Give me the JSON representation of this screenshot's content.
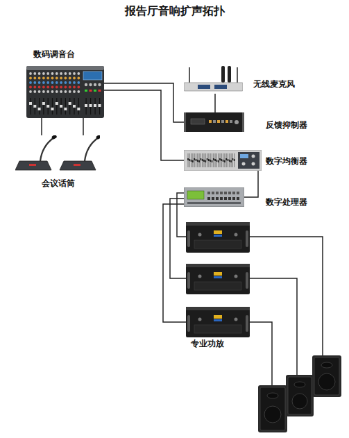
{
  "diagram": {
    "title": "报告厅音响扩声拓扑",
    "nodes": [
      {
        "text": [
          "数码调音台"
        ]
      },
      {
        "text": [
          "会议话筒"
        ]
      },
      {
        "text": [
          "无线麦克风"
        ]
      },
      {
        "text": [
          "反馈抑制器"
        ]
      },
      {
        "text": [
          "数字均衡器"
        ]
      },
      {
        "text": [
          "数字处理器"
        ]
      },
      {
        "text": [
          "专业功放"
        ]
      }
    ],
    "edges": [
      {
        "from": 0,
        "to": 1,
        "arrow": "none"
      },
      {
        "from": 0,
        "to": 1,
        "arrow": "none"
      },
      {
        "from": 0,
        "to": 3,
        "arrow": "none"
      },
      {
        "from": 0,
        "to": 4,
        "arrow": "none"
      },
      {
        "from": 2,
        "to": 3,
        "arrow": "none"
      },
      {
        "from": 4,
        "to": 5,
        "arrow": "none"
      },
      {
        "from": 5,
        "to": 6,
        "arrow": "none"
      },
      {
        "from": 5,
        "to": 6,
        "arrow": "none"
      },
      {
        "from": 5,
        "to": 6,
        "arrow": "none"
      }
    ]
  }
}
